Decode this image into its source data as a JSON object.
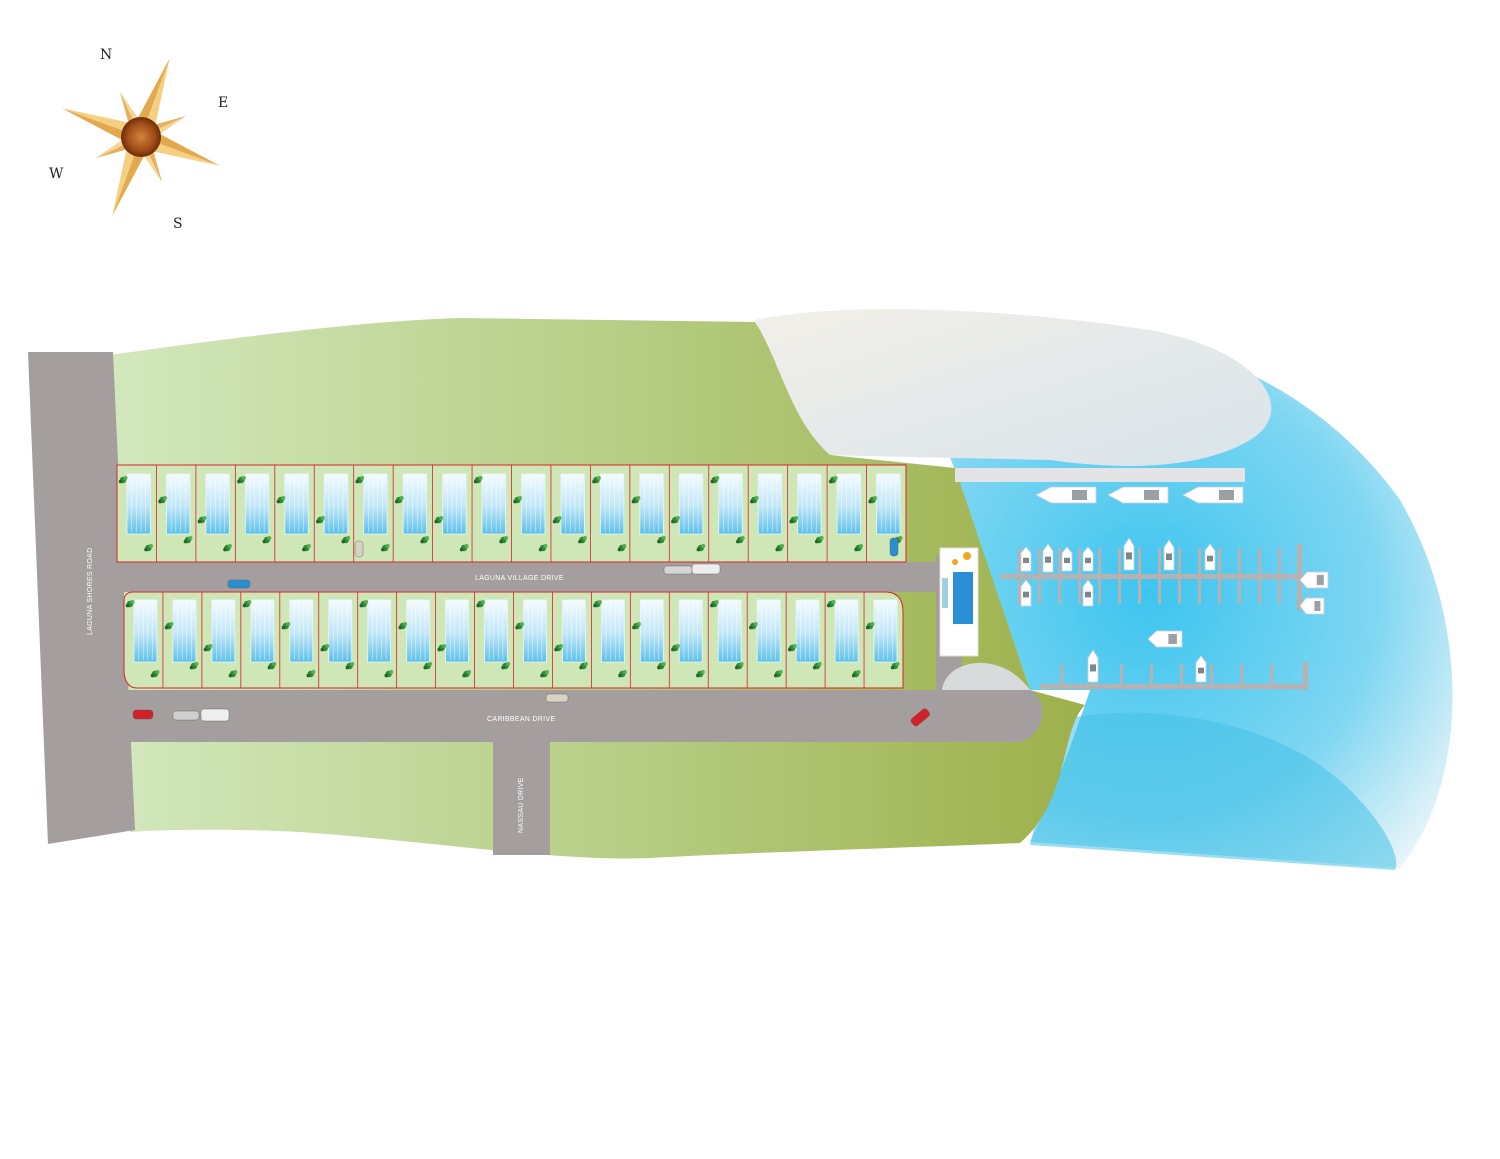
{
  "compass": {
    "north": "N",
    "east": "E",
    "south": "S",
    "west": "W"
  },
  "roads": {
    "laguna_shores_road": "LAGUNA SHORES ROAD",
    "laguna_village_drive": "LAGUNA VILLAGE DRIVE",
    "caribbean_drive": "CARIBBEAN DRIVE",
    "nassau_drive": "NASSAU DRIVE"
  },
  "lots": {
    "north_row_count": 20,
    "south_row_count": 20
  },
  "colors": {
    "road": "#a59e9f",
    "land_light": "#cde3b4",
    "land_dark": "#9fb04c",
    "water": "#3cc3ec",
    "lot_border": "#d9212b",
    "pool": "#2b8fd6"
  }
}
